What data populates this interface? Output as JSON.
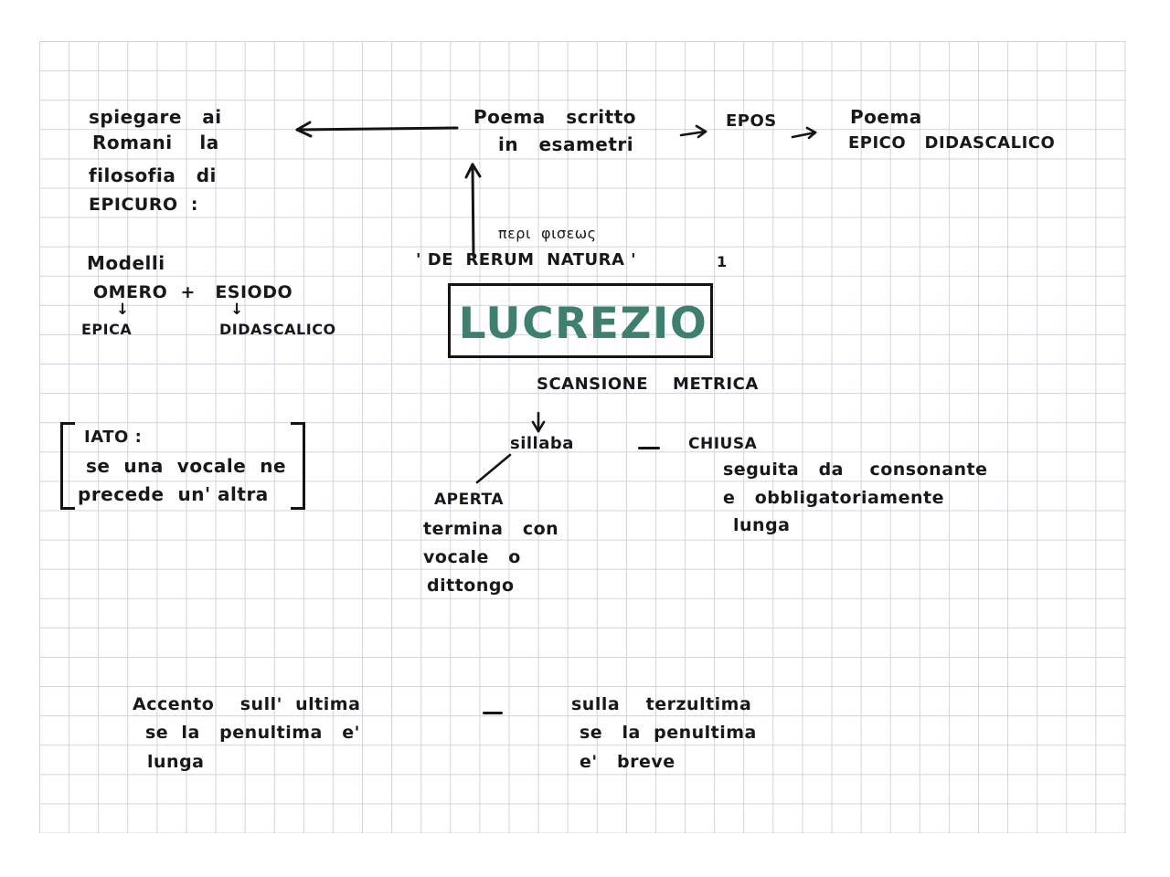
{
  "page": {
    "kind": "handwritten-notes-grid-paper",
    "title": "LUCREZIO",
    "title_color": "#3f7f6d",
    "ink_color": "#141414",
    "grid_color": "#c9ccd6"
  },
  "notes": {
    "left_top": {
      "lines": [
        "spiegare   ai",
        "Romani    la",
        "filosofia   di",
        "EPICURO  :"
      ]
    },
    "top_center": {
      "lines": [
        "Poema   scritto",
        "in   esametri"
      ]
    },
    "epos_label": "EPOS",
    "top_right": {
      "lines": [
        "Poema",
        "EPICO   DIDASCALICO"
      ]
    },
    "greek_title": "περι  φισεως",
    "latin_title": "' DE  RERUM  NATURA '",
    "book_number": "1",
    "modelli": {
      "heading": "Modelli",
      "authors": "OMERO  +   ESIODO",
      "left_kind": "EPICA",
      "right_kind": "DIDASCALICO"
    },
    "iato": {
      "lines": [
        "IATO :",
        "se  una  vocale  ne",
        "precede  un' altra"
      ]
    },
    "scansione": "SCANSIONE    METRICA",
    "sillaba_label": "sillaba",
    "separator_dash": "—",
    "aperta": {
      "heading": "APERTA",
      "lines": [
        "termina   con",
        "vocale   o",
        "dittongo"
      ]
    },
    "chiusa": {
      "heading": "CHIUSA",
      "lines": [
        "seguita   da    consonante",
        "e   obbligatoriamente",
        "lunga"
      ]
    },
    "accento_left": {
      "lines": [
        "Accento    sull'  ultima",
        "se  la   penultima   e'",
        "lunga"
      ]
    },
    "accento_right": {
      "lines": [
        "sulla    terzultima",
        "se   la  penultima",
        "e'   breve"
      ]
    },
    "arrow_glyph_down": "↓",
    "arrow_glyph_right": "→"
  }
}
